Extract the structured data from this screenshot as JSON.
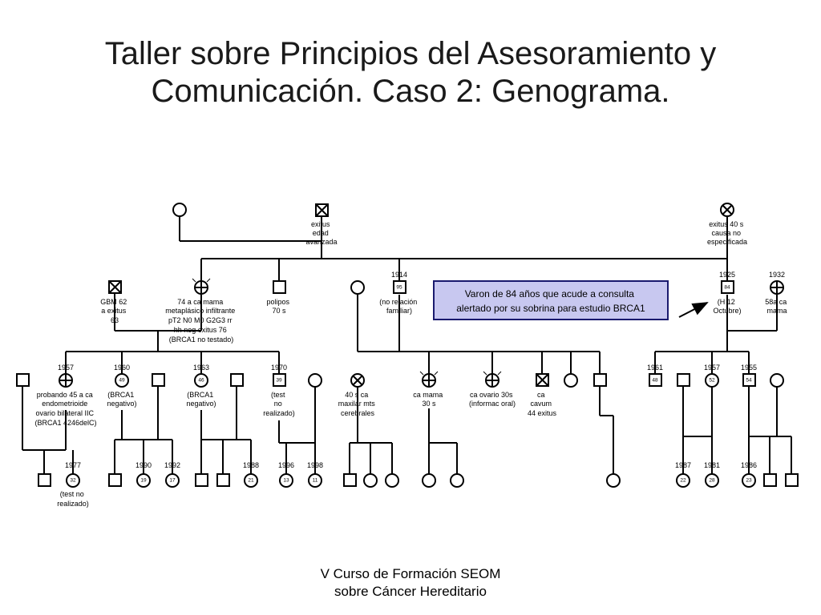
{
  "title": {
    "line1": "Taller sobre Principios del Asesoramiento y",
    "line2": "Comunicación. Caso 2: Genograma."
  },
  "footer": {
    "line1": "V Curso de Formación SEOM",
    "line2": "sobre Cáncer Hereditario"
  },
  "callout": {
    "line1": "Varon de 84 años que acude a consulta",
    "line2": "alertado por su sobrina para estudio BRCA1",
    "fill": "#c8c8f0",
    "border": "#1a1a6e"
  },
  "gen1": {
    "p1_label": [
      "exitus",
      "edad",
      "avanzada"
    ],
    "p2_label": [
      "exitus 40 s",
      "causa no",
      "especificada"
    ]
  },
  "gen2": {
    "gbm": [
      "GBM 62",
      "a exitus",
      "63"
    ],
    "mama74": [
      "74 a ca mama",
      "metaplásico infiltrante",
      "pT2 N0 M0 G2G3 rr",
      "hh neg exitus 76",
      "(BRCA1 no testado)"
    ],
    "polipos": [
      "polipos",
      "70 s"
    ],
    "y1914": "1914",
    "age95": "95",
    "norel": [
      "(no relación",
      "familiar)"
    ],
    "y1925": "1925",
    "age84": "84",
    "h12": [
      "(H 12",
      "Octubre)"
    ],
    "y1932": "1932",
    "mama58": [
      "58a ca",
      "mama"
    ]
  },
  "gen3": {
    "y1957a": "1957",
    "probando": [
      "probando 45 a ca",
      "endometrioide",
      "ovario bilateral IIC",
      "(BRCA1 4246delC)"
    ],
    "y1960": "1960",
    "age49": "49",
    "brca_neg1": [
      "(BRCA1",
      "negativo)"
    ],
    "y1963": "1963",
    "age46": "46",
    "brca_neg2": [
      "(BRCA1",
      "negativo)"
    ],
    "y1970": "1970",
    "age39": "39",
    "test_no": [
      "(test",
      "no",
      "realizado)"
    ],
    "maxilar": [
      "40 s ca",
      "maxilar mts",
      "cerebrales"
    ],
    "mama30": [
      "ca mama",
      "30 s"
    ],
    "ovario30": [
      "ca ovario 30s",
      "(informac oral)"
    ],
    "cavum": [
      "ca",
      "cavum",
      "44 exitus"
    ],
    "y1961": "1961",
    "age48": "48",
    "y1957b": "1957",
    "age52": "52",
    "y1955": "1955",
    "age54": "54"
  },
  "gen4": {
    "y1977": "1977",
    "age32": "32",
    "test_no2": [
      "(test no",
      "realizado)"
    ],
    "y1990": "1990",
    "age19": "19",
    "y1992": "1992",
    "age17": "17",
    "y1988": "1988",
    "age21": "21",
    "y1996": "1996",
    "age13": "13",
    "y1998": "1998",
    "age11": "11",
    "y1987": "1987",
    "age22": "22",
    "y1981": "1981",
    "age28": "28",
    "y1986": "1986",
    "age23": "23"
  }
}
